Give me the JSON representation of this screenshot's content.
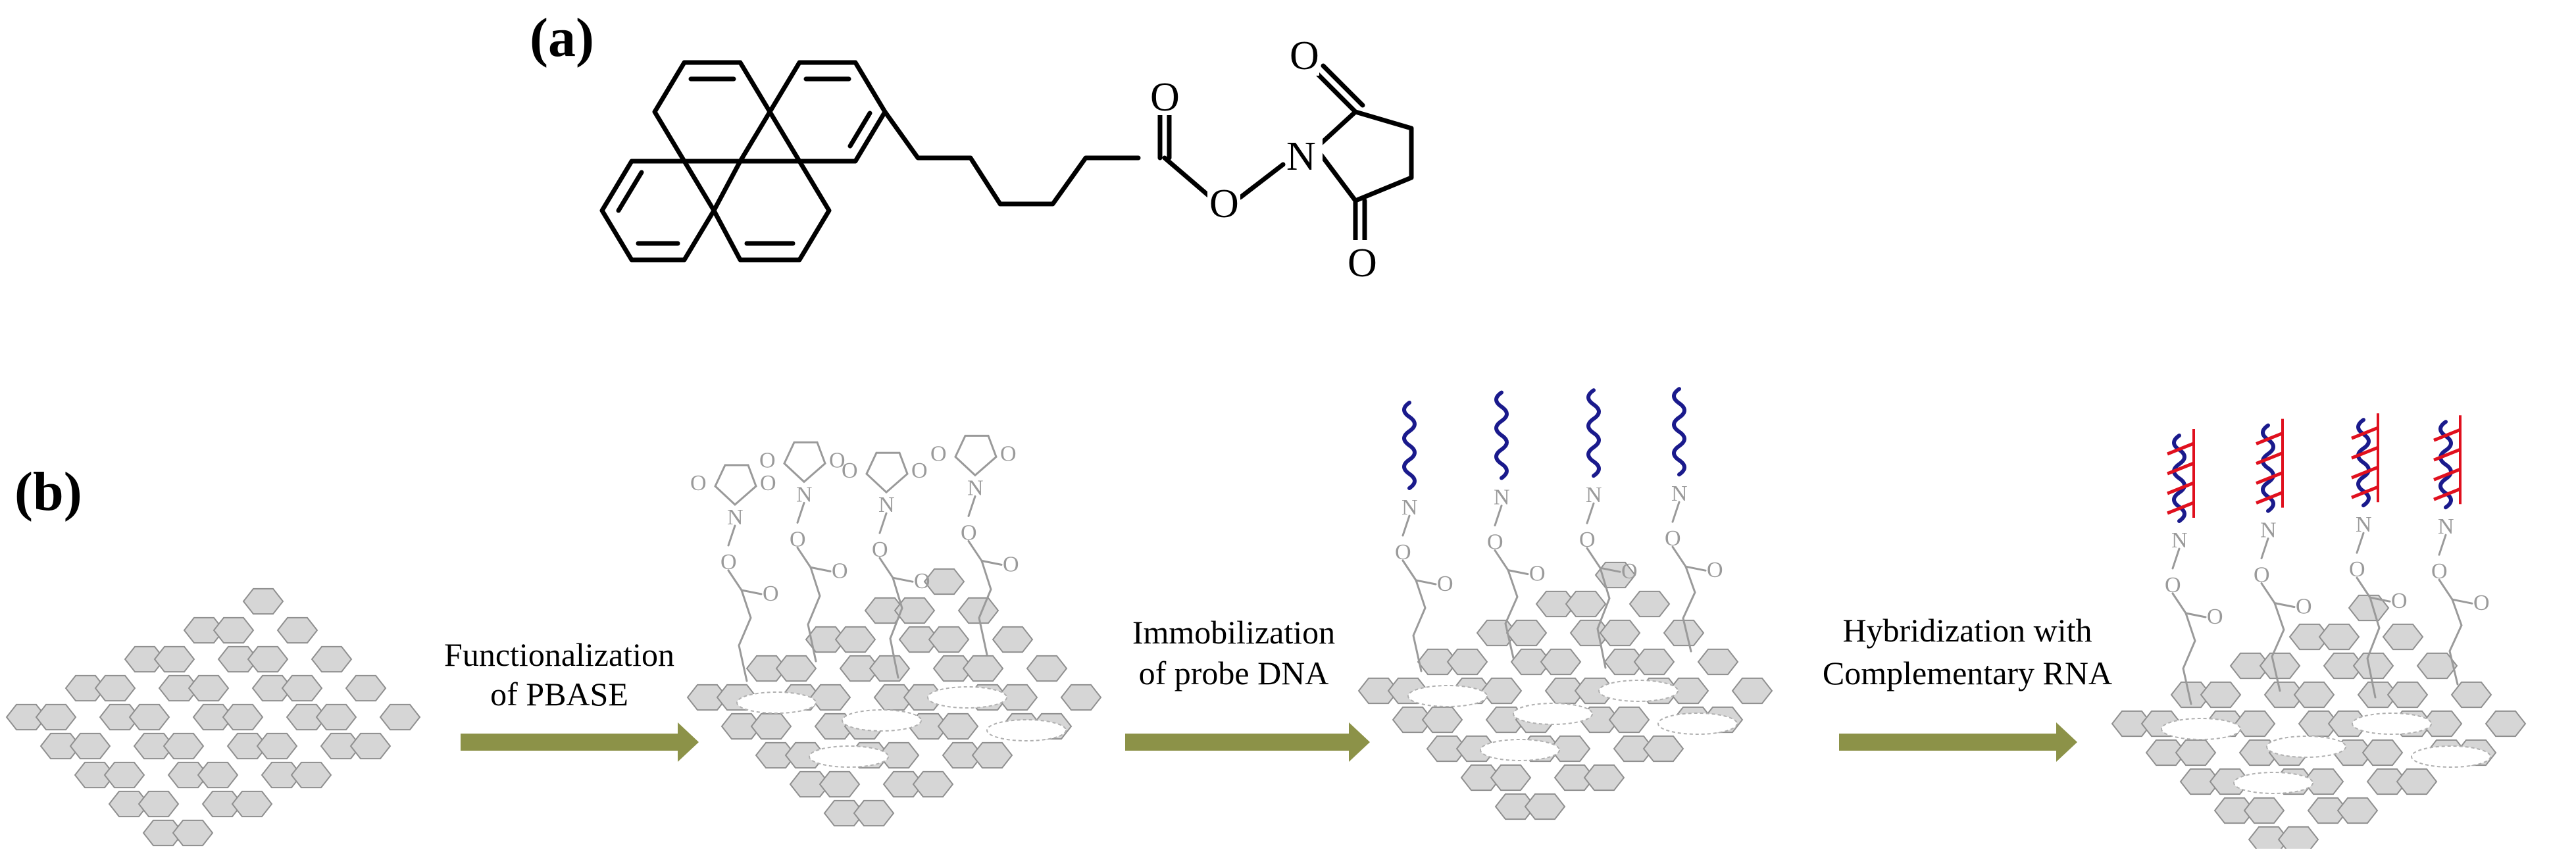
{
  "panel_a": {
    "label": "(a)",
    "atoms": {
      "O": "O",
      "N": "N"
    }
  },
  "panel_b": {
    "label": "(b)",
    "steps": [
      {
        "line1": "Functionalization",
        "line2": "of PBASE"
      },
      {
        "line1": "Immobilization",
        "line2": "of probe DNA"
      },
      {
        "line1": "Hybridization with",
        "line2": "Complementary RNA"
      }
    ],
    "stage_atoms": {
      "O": "O",
      "N": "N"
    }
  },
  "colors": {
    "graphene_fill": "#d6d6d6",
    "graphene_stroke": "#8f8f8f",
    "linker_gray": "#9a9a9a",
    "arrow_olive": "#8c9248",
    "probe_dna_blue": "#1a1a8c",
    "rna_red": "#e0101e"
  }
}
